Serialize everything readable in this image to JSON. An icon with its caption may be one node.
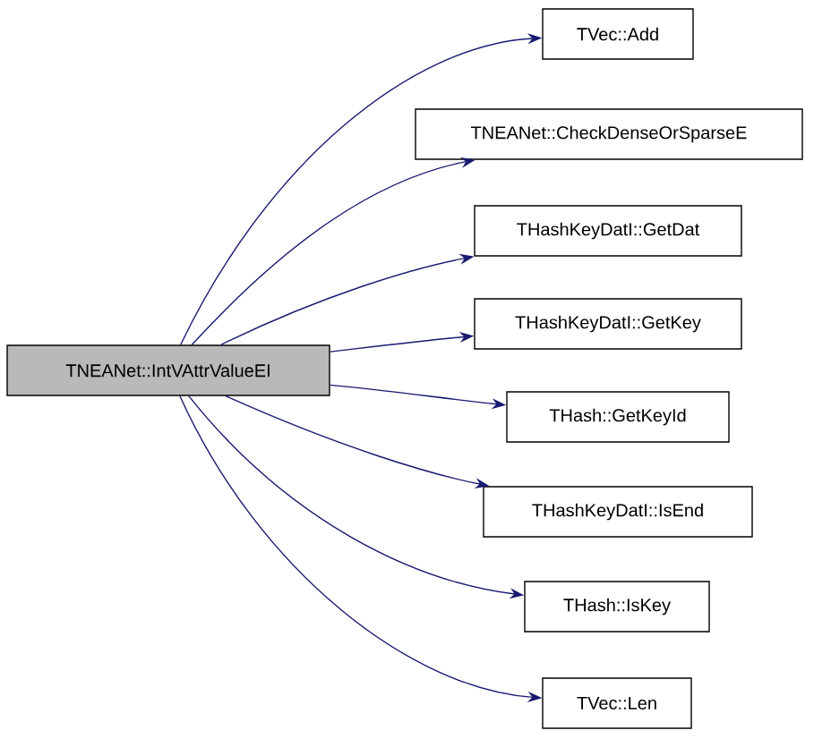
{
  "diagram": {
    "nodes": [
      {
        "text": [
          "TNEANet::IntVAttrValueEI"
        ]
      },
      {
        "text": [
          "TVec::Add"
        ]
      },
      {
        "text": [
          "TNEANet::CheckDenseOrSparseE"
        ]
      },
      {
        "text": [
          "THashKeyDatI::GetDat"
        ]
      },
      {
        "text": [
          "THashKeyDatI::GetKey"
        ]
      },
      {
        "text": [
          "THash::GetKeyId"
        ]
      },
      {
        "text": [
          "THashKeyDatI::IsEnd"
        ]
      },
      {
        "text": [
          "THash::IsKey"
        ]
      },
      {
        "text": [
          "TVec::Len"
        ]
      }
    ],
    "edges": [
      {
        "from": 0,
        "to": 1,
        "arrow": "to"
      },
      {
        "from": 0,
        "to": 2,
        "arrow": "to"
      },
      {
        "from": 0,
        "to": 3,
        "arrow": "to"
      },
      {
        "from": 0,
        "to": 4,
        "arrow": "to"
      },
      {
        "from": 0,
        "to": 5,
        "arrow": "to"
      },
      {
        "from": 0,
        "to": 6,
        "arrow": "to"
      },
      {
        "from": 0,
        "to": 7,
        "arrow": "to"
      },
      {
        "from": 0,
        "to": 8,
        "arrow": "to"
      }
    ]
  }
}
